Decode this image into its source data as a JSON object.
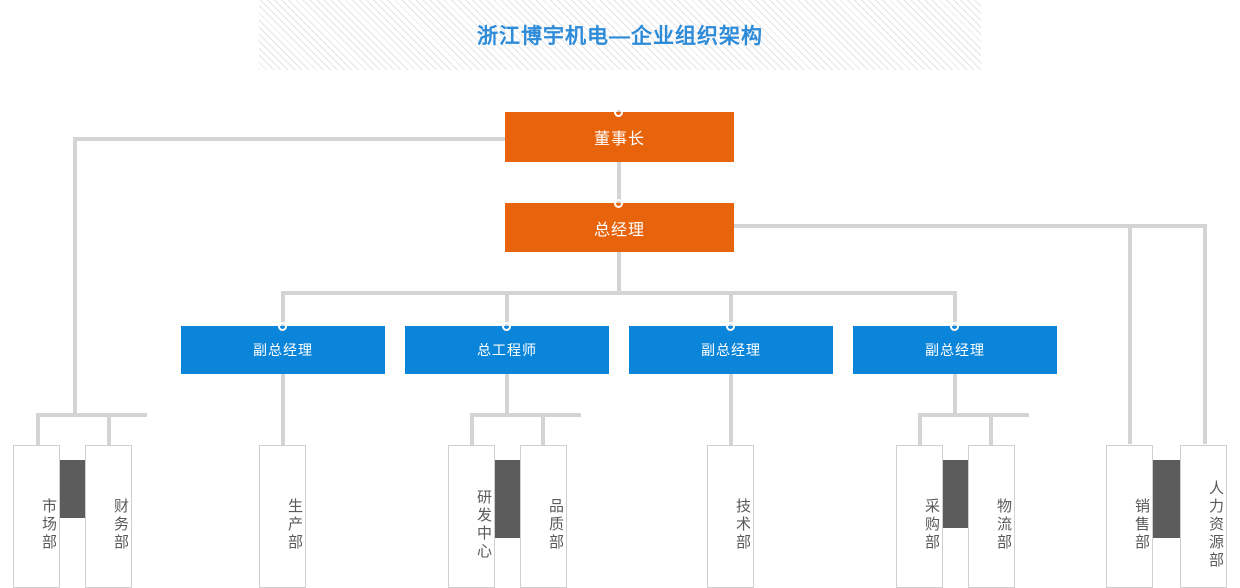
{
  "title": {
    "text": "浙江博宇机电—企业组织架构",
    "color": "#2e8bd8"
  },
  "colors": {
    "executive": "#e8640c",
    "manager": "#0a85d9",
    "department_border": "#cfcfcf",
    "department_text": "#595959",
    "connector": "#d4d4d4",
    "accent_bar": "#5c5c5c"
  },
  "chart_data": {
    "type": "diagram",
    "subtype": "org-chart",
    "title": "浙江博宇机电—企业组织架构",
    "levels": [
      {
        "name": "executive",
        "nodes": [
          "董事长",
          "总经理"
        ]
      },
      {
        "name": "management",
        "nodes": [
          "副总经理",
          "总工程师",
          "副总经理",
          "副总经理"
        ]
      },
      {
        "name": "departments",
        "nodes": [
          "市场部",
          "财务部",
          "生产部",
          "研发中心",
          "品质部",
          "技术部",
          "采购部",
          "物流部",
          "销售部",
          "人力资源部"
        ]
      }
    ],
    "edges": [
      {
        "from": "董事长",
        "to": "总经理"
      },
      {
        "from": "董事长",
        "to": "市场部"
      },
      {
        "from": "董事长",
        "to": "财务部"
      },
      {
        "from": "总经理",
        "to": "副总经理 (1)"
      },
      {
        "from": "总经理",
        "to": "总工程师"
      },
      {
        "from": "总经理",
        "to": "副总经理 (3)"
      },
      {
        "from": "总经理",
        "to": "副总经理 (4)"
      },
      {
        "from": "总经理",
        "to": "销售部"
      },
      {
        "from": "总经理",
        "to": "人力资源部"
      },
      {
        "from": "副总经理 (1)",
        "to": "生产部"
      },
      {
        "from": "总工程师",
        "to": "研发中心"
      },
      {
        "from": "总工程师",
        "to": "品质部"
      },
      {
        "from": "副总经理 (3)",
        "to": "技术部"
      },
      {
        "from": "副总经理 (4)",
        "to": "采购部"
      },
      {
        "from": "副总经理 (4)",
        "to": "物流部"
      }
    ]
  },
  "executive": [
    {
      "label": "董事长"
    },
    {
      "label": "总经理"
    }
  ],
  "managers": [
    {
      "label": "副总经理"
    },
    {
      "label": "总工程师"
    },
    {
      "label": "副总经理"
    },
    {
      "label": "副总经理"
    }
  ],
  "departments": [
    {
      "label": "市场部"
    },
    {
      "label": "财务部"
    },
    {
      "label": "生产部"
    },
    {
      "label": "研发中心"
    },
    {
      "label": "品质部"
    },
    {
      "label": "技术部"
    },
    {
      "label": "采购部"
    },
    {
      "label": "物流部"
    },
    {
      "label": "销售部"
    },
    {
      "label": "人力资源部"
    }
  ]
}
